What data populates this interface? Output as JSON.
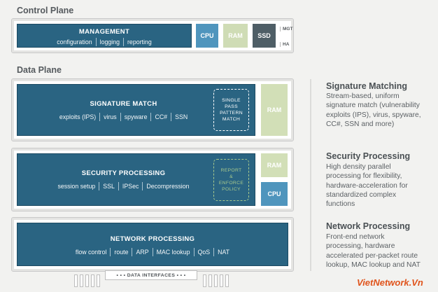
{
  "control_plane": {
    "title": "Control Plane",
    "management": {
      "title": "MANAGEMENT",
      "items": [
        "configuration",
        "logging",
        "reporting"
      ]
    },
    "chips": {
      "cpu": "CPU",
      "ram": "RAM",
      "ssd": "SSD"
    },
    "ports": {
      "mgt": "MGT",
      "ha": "HA"
    }
  },
  "data_plane": {
    "title": "Data Plane",
    "signature_match": {
      "title": "SIGNATURE MATCH",
      "items": [
        "exploits (IPS)",
        "virus",
        "spyware",
        "CC#",
        "SSN"
      ],
      "box_lines": [
        "SINGLE",
        "PASS",
        "PATTERN",
        "MATCH"
      ],
      "ram": "RAM"
    },
    "security_processing": {
      "title": "SECURITY PROCESSING",
      "items": [
        "session setup",
        "SSL",
        "IPSec",
        "Decompression"
      ],
      "box_lines": [
        "REPORT",
        "&",
        "ENFORCE",
        "POLICY"
      ],
      "ram": "RAM",
      "cpu": "CPU"
    },
    "network_processing": {
      "title": "NETWORK PROCESSING",
      "items": [
        "flow control",
        "route",
        "ARP",
        "MAC lookup",
        "QoS",
        "NAT"
      ]
    },
    "interfaces_label": "• • • DATA INTERFACES • • •"
  },
  "descriptions": [
    {
      "title": "Signature Matching",
      "lines": [
        "Stream-based, uniform",
        "signature match (vulnerability",
        "exploits (IPS), virus, spyware,",
        "CC#, SSN and more)"
      ]
    },
    {
      "title": "Security Processing",
      "lines": [
        "High density parallel",
        "processing for flexibility,",
        "hardware-acceleration for",
        "standardized complex",
        "functions"
      ]
    },
    {
      "title": "Network Processing",
      "lines": [
        "Front-end network",
        "processing, hardware",
        "accelerated per-packet route",
        "lookup, MAC lookup and NAT"
      ]
    }
  ],
  "watermark": "VietNetwork.Vn",
  "colors": {
    "block_blue": "#2a6482",
    "cpu_blue": "#4f95bd",
    "ram_green": "#cfdcb5",
    "ssd_gray": "#4e5e66",
    "watermark_orange": "#e0541c"
  }
}
